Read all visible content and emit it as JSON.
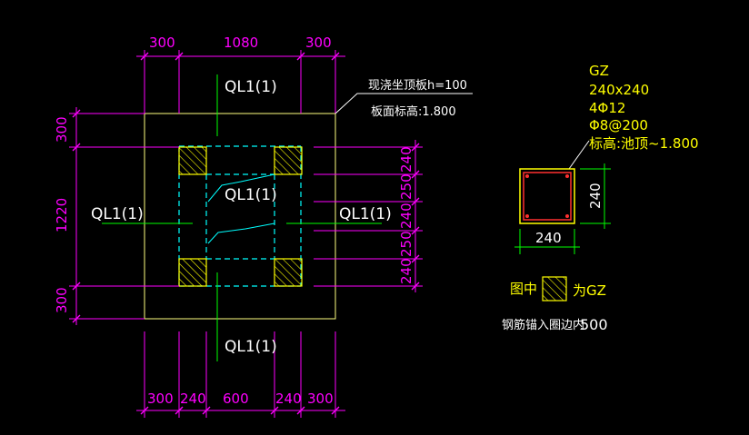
{
  "plan": {
    "top_dims": [
      "300",
      "1080",
      "300"
    ],
    "bottom_dims": [
      "300",
      "240",
      "600",
      "240",
      "300"
    ],
    "left_dims": [
      "300",
      "1220",
      "300"
    ],
    "right_dims": [
      "240",
      "250",
      "240",
      "250",
      "240"
    ],
    "beam_labels": {
      "top": "QL1(1)",
      "center": "QL1(1)",
      "left": "QL1(1)",
      "right": "QL1(1)",
      "bottom": "QL1(1)"
    },
    "slab_note_line1": "现浇坐顶板h=100",
    "slab_note_line2": "板面标高:1.800"
  },
  "column_detail": {
    "name": "GZ",
    "size": "240x240",
    "main_rebar": "4Φ12",
    "stirrup": "Φ8@200",
    "elevation": "标高:池顶~1.800",
    "dim_width": "240",
    "dim_height": "240"
  },
  "legend": {
    "prefix": "图中",
    "suffix": "为GZ"
  },
  "footnote": {
    "text": "钢筋锚入圈边内",
    "value": "500"
  },
  "colors": {
    "background": "#000000",
    "dimension": "#ff00ff",
    "outline": "#ffff80",
    "axis": "#00ff00",
    "dashed_beam": "#00ffff",
    "column_hatch": "#ffff00",
    "rebar": "#ff3030"
  }
}
